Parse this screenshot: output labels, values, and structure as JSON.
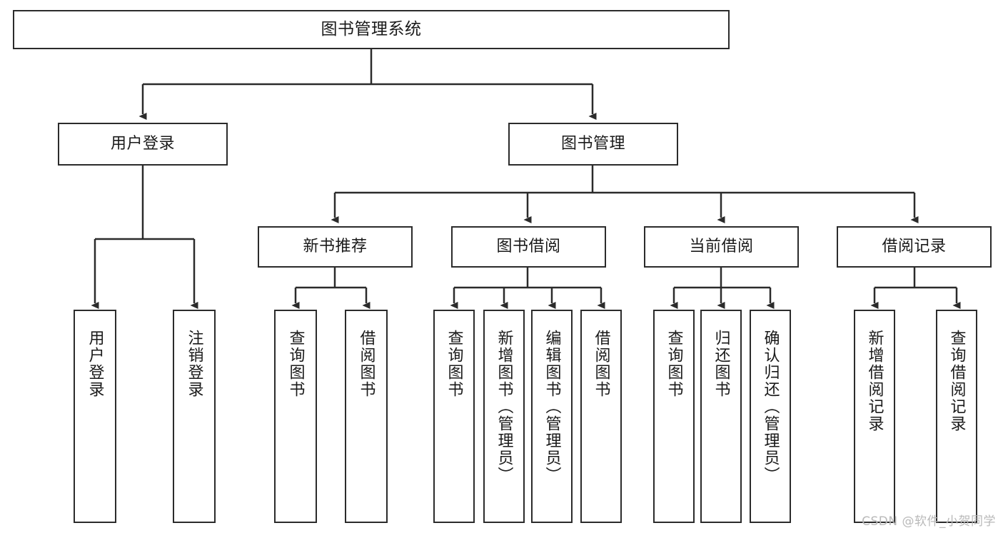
{
  "diagram": {
    "title": "图书管理系统",
    "type": "tree-hierarchy-chart",
    "watermark": "CSDN @软件_小贺同学",
    "colors": {
      "background": "#ffffff",
      "stroke": "#2b2b2b",
      "text": "#1a1a1a",
      "watermark": "#b9b9b9"
    },
    "nodes": {
      "root": {
        "label": "图书管理系统"
      },
      "level2": [
        {
          "label": "用户登录"
        },
        {
          "label": "图书管理"
        }
      ],
      "level3": [
        {
          "label": "新书推荐"
        },
        {
          "label": "图书借阅"
        },
        {
          "label": "当前借阅"
        },
        {
          "label": "借阅记录"
        }
      ],
      "leaves": [
        {
          "label": "用户登录"
        },
        {
          "label": "注销登录"
        },
        {
          "label": "查询图书"
        },
        {
          "label": "借阅图书"
        },
        {
          "label": "查询图书"
        },
        {
          "label": "新增图书（管理员）"
        },
        {
          "label": "编辑图书（管理员）"
        },
        {
          "label": "借阅图书"
        },
        {
          "label": "查询图书"
        },
        {
          "label": "归还图书"
        },
        {
          "label": "确认归还（管理员）"
        },
        {
          "label": "新增借阅记录"
        },
        {
          "label": "查询借阅记录"
        }
      ]
    },
    "edges": [
      {
        "from": "图书管理系统",
        "to": "用户登录"
      },
      {
        "from": "图书管理系统",
        "to": "图书管理"
      },
      {
        "from": "用户登录",
        "to": "用户登录"
      },
      {
        "from": "用户登录",
        "to": "注销登录"
      },
      {
        "from": "图书管理",
        "to": "新书推荐"
      },
      {
        "from": "图书管理",
        "to": "图书借阅"
      },
      {
        "from": "图书管理",
        "to": "当前借阅"
      },
      {
        "from": "图书管理",
        "to": "借阅记录"
      },
      {
        "from": "新书推荐",
        "to": "查询图书"
      },
      {
        "from": "新书推荐",
        "to": "借阅图书"
      },
      {
        "from": "图书借阅",
        "to": "查询图书"
      },
      {
        "from": "图书借阅",
        "to": "新增图书（管理员）"
      },
      {
        "from": "图书借阅",
        "to": "编辑图书（管理员）"
      },
      {
        "from": "图书借阅",
        "to": "借阅图书"
      },
      {
        "from": "当前借阅",
        "to": "查询图书"
      },
      {
        "from": "当前借阅",
        "to": "归还图书"
      },
      {
        "from": "当前借阅",
        "to": "确认归还（管理员）"
      },
      {
        "from": "借阅记录",
        "to": "新增借阅记录"
      },
      {
        "from": "借阅记录",
        "to": "查询借阅记录"
      }
    ]
  }
}
